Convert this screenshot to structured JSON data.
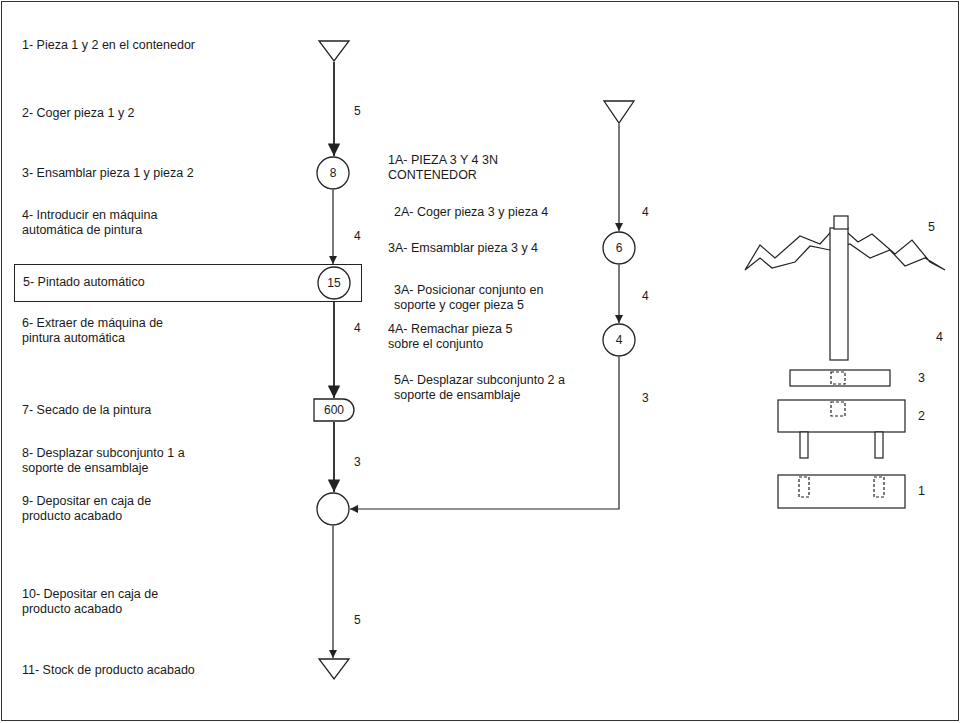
{
  "diagram": {
    "nodes": [
      {
        "text": [
          "1- Pieza 1 y 2 en el contenedor"
        ]
      },
      {
        "text": [
          "3- Ensamblar pieza 1 y pieza 2",
          "8"
        ]
      },
      {
        "text": [
          "5- Pintado automático"
        ]
      },
      {
        "text": [
          "15"
        ],
        "in": 2
      },
      {
        "text": [
          "7- Secado de la pintura",
          "600"
        ]
      },
      {
        "text": [
          "9- Depositar en caja de producto acabado"
        ]
      },
      {
        "text": [
          "11- Stock de producto acabado"
        ]
      },
      {
        "text": [
          "1A- PIEZA 3 Y 4 3N CONTENEDOR"
        ]
      },
      {
        "text": [
          "3A- Emsamblar pieza 3 y 4",
          "6"
        ]
      },
      {
        "text": [
          "4A- Remachar pieza 5 sobre el conjunto",
          "4"
        ]
      }
    ],
    "edges": [
      {
        "from": 0,
        "to": 1,
        "arrow": "to",
        "label": "5"
      },
      {
        "from": 1,
        "to": 2,
        "arrow": "to",
        "label": "4"
      },
      {
        "from": 2,
        "to": 4,
        "arrow": "to",
        "label": "4"
      },
      {
        "from": 4,
        "to": 5,
        "arrow": "to",
        "label": "3"
      },
      {
        "from": 7,
        "to": 8,
        "arrow": "to",
        "label": "4"
      },
      {
        "from": 8,
        "to": 9,
        "arrow": "to",
        "label": "4"
      },
      {
        "from": 9,
        "to": 5,
        "arrow": "to",
        "label": "3"
      },
      {
        "from": 5,
        "to": 6,
        "arrow": "to",
        "label": "5"
      }
    ],
    "labels": [
      "2- Coger pieza 1 y 2",
      "4- Introducir en máquina automática de pintura",
      "6- Extraer de máquina de pintura automática",
      "8- Desplazar subconjunto 1 a soporte de ensamblaje",
      "10- Depositar en caja de producto acabado",
      "2A- Coger pieza 3 y pieza 4",
      "3A- Posicionar conjunto en soporte y coger pieza 5",
      "5A- Desplazar subconjunto 2 a soporte de ensamblaje",
      "5",
      "4",
      "3",
      "2",
      "1"
    ]
  }
}
